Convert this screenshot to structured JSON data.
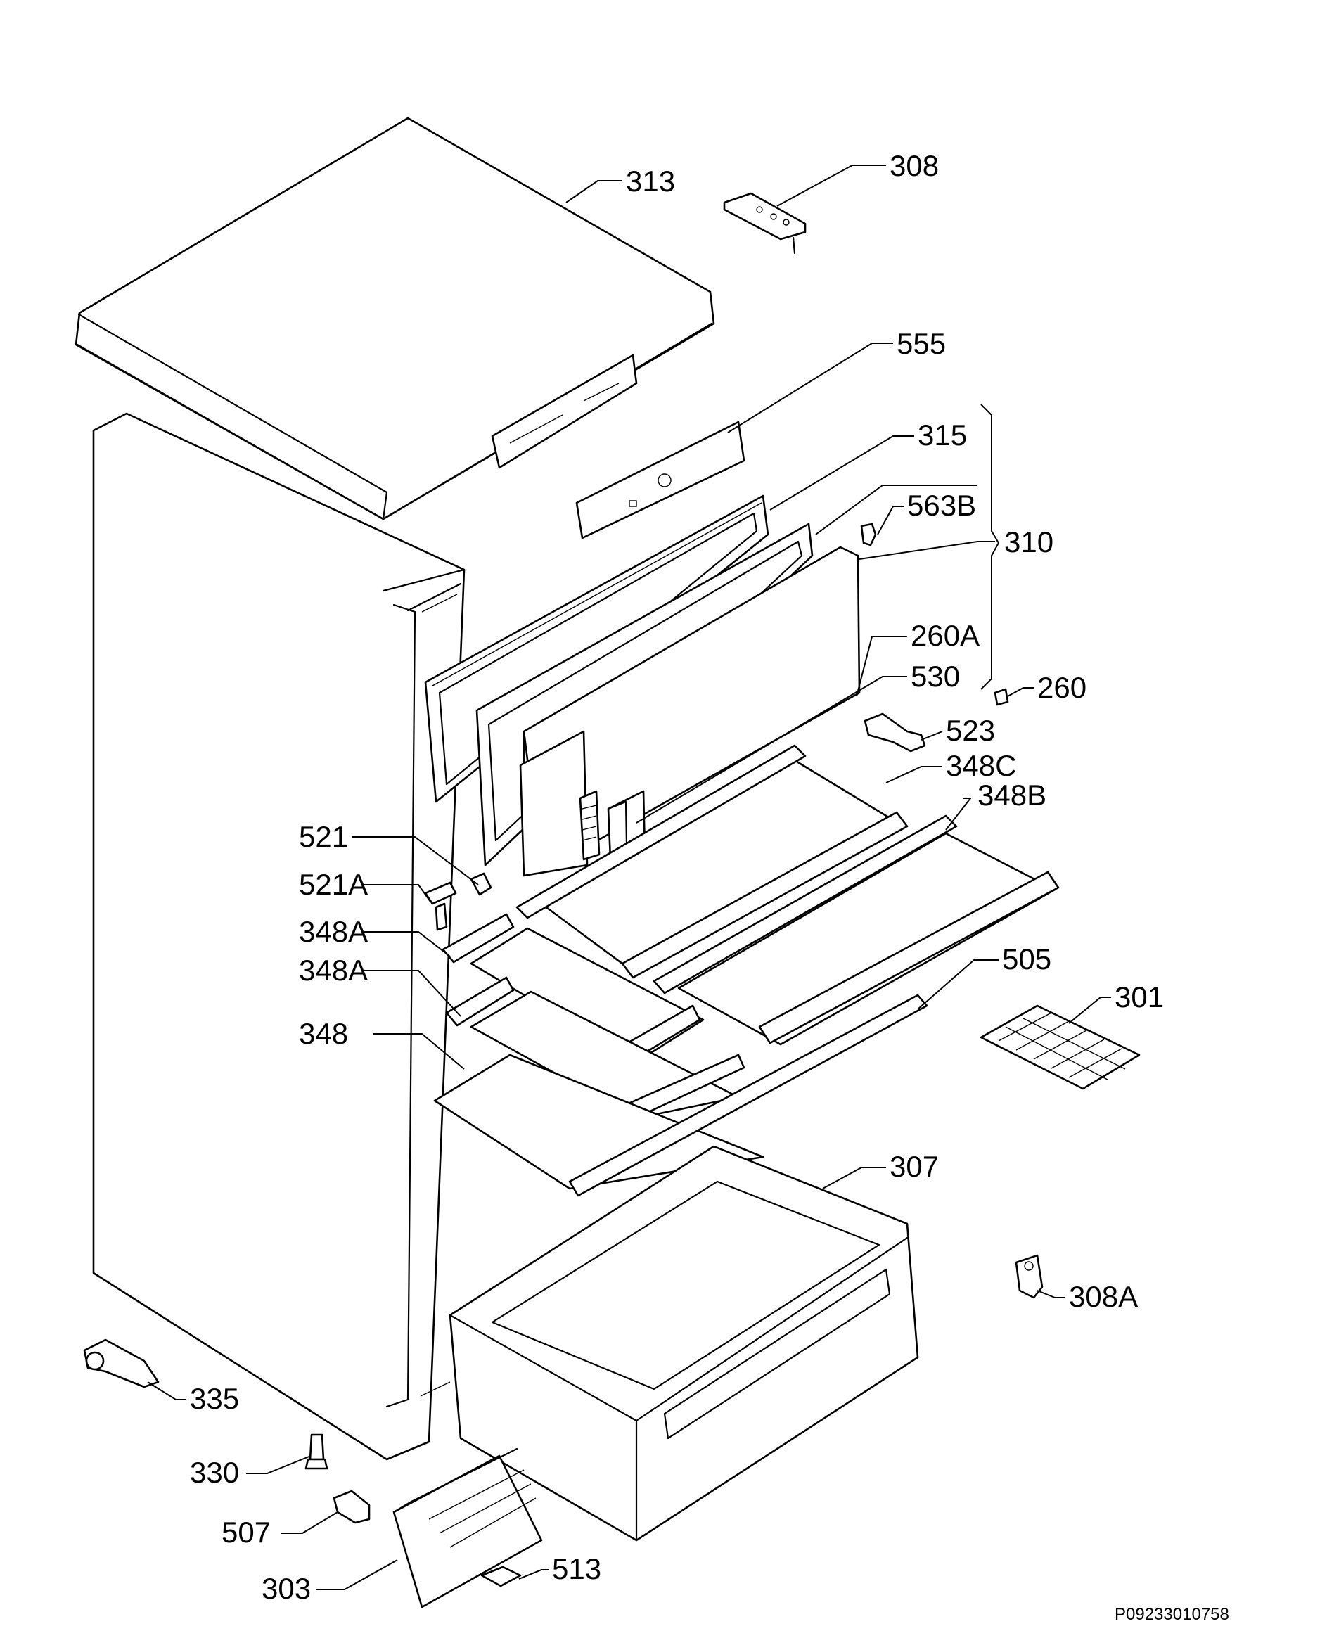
{
  "diagram": {
    "reference_code": "P09233010758",
    "labels": [
      {
        "id": "313",
        "text": "313"
      },
      {
        "id": "308",
        "text": "308"
      },
      {
        "id": "555",
        "text": "555"
      },
      {
        "id": "315",
        "text": "315"
      },
      {
        "id": "563B",
        "text": "563B"
      },
      {
        "id": "310",
        "text": "310"
      },
      {
        "id": "260A",
        "text": "260A"
      },
      {
        "id": "530",
        "text": "530"
      },
      {
        "id": "260",
        "text": "260"
      },
      {
        "id": "523",
        "text": "523"
      },
      {
        "id": "348C",
        "text": "348C"
      },
      {
        "id": "348B",
        "text": "348B"
      },
      {
        "id": "521",
        "text": "521"
      },
      {
        "id": "521A",
        "text": "521A"
      },
      {
        "id": "348A-1",
        "text": "348A"
      },
      {
        "id": "348A-2",
        "text": "348A"
      },
      {
        "id": "505",
        "text": "505"
      },
      {
        "id": "301",
        "text": "301"
      },
      {
        "id": "348",
        "text": "348"
      },
      {
        "id": "307",
        "text": "307"
      },
      {
        "id": "308A",
        "text": "308A"
      },
      {
        "id": "335",
        "text": "335"
      },
      {
        "id": "330",
        "text": "330"
      },
      {
        "id": "507",
        "text": "507"
      },
      {
        "id": "513",
        "text": "513"
      },
      {
        "id": "303",
        "text": "303"
      }
    ]
  }
}
